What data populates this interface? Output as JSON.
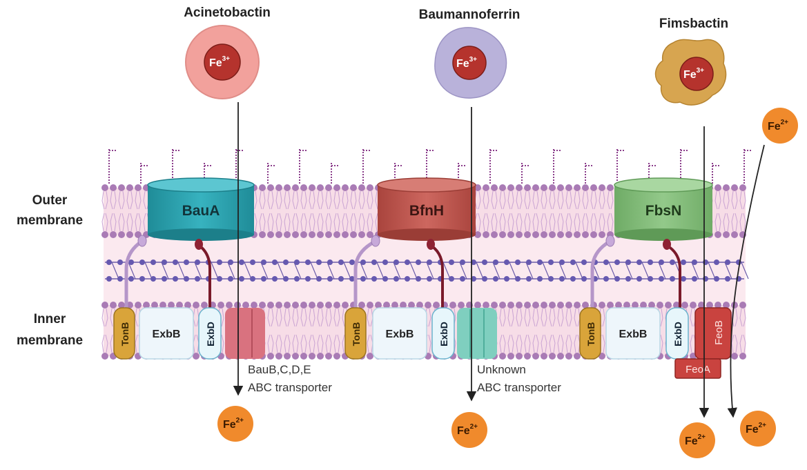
{
  "siderophores": [
    {
      "name": "Acinetobactin",
      "ion": "Fe",
      "charge": "3+",
      "color": "#f2a19c",
      "inner": "#b5332d"
    },
    {
      "name": "Baumannoferrin",
      "ion": "Fe",
      "charge": "3+",
      "color": "#b9b2da",
      "inner": "#b5332d"
    },
    {
      "name": "Fimsbactin",
      "ion": "Fe",
      "charge": "3+",
      "color": "#d7a550",
      "inner": "#b5332d"
    }
  ],
  "membranes": {
    "outer": {
      "line1": "Outer",
      "line2": "membrane"
    },
    "inner": {
      "line1": "Inner",
      "line2": "membrane"
    }
  },
  "receptors": [
    {
      "name": "BauA",
      "color": "#2ea3b0"
    },
    {
      "name": "BfnH",
      "color": "#c45a52"
    },
    {
      "name": "FbsN",
      "color": "#88c07f"
    }
  ],
  "inner_proteins": {
    "tonb": "TonB",
    "exbb": "ExbB",
    "exbd": "ExbD"
  },
  "transporters": [
    {
      "line1": "BauB,C,D,E",
      "line2": "ABC transporter"
    },
    {
      "line1": "Unknown",
      "line2": "ABC transporter"
    }
  ],
  "feo": {
    "feob": "FeoB",
    "feoa": "FeoA"
  },
  "ferrous": {
    "ion": "Fe",
    "charge": "2+",
    "color": "#f08a2c"
  }
}
